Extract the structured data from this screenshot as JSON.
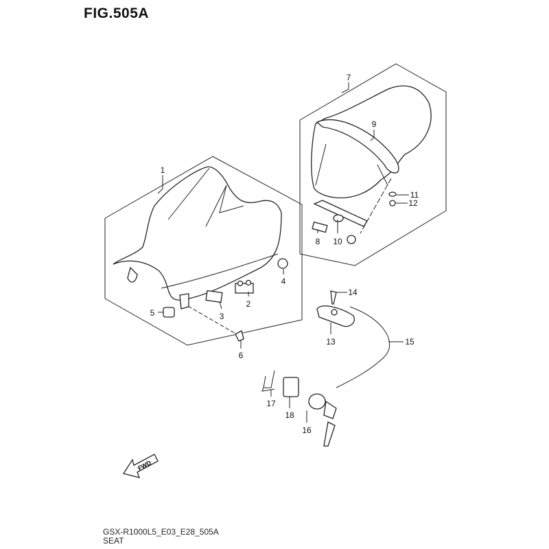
{
  "figure": {
    "title": "FIG.505A",
    "model_code": "GSX-R1000L5_E03_E28_505A",
    "section": "SEAT",
    "direction_label": "FWD"
  },
  "callouts": [
    "1",
    "2",
    "3",
    "4",
    "5",
    "6",
    "7",
    "8",
    "9",
    "10",
    "11",
    "12",
    "13",
    "14",
    "15",
    "16",
    "17",
    "18"
  ],
  "colors": {
    "line": "#222222",
    "background": "#ffffff"
  }
}
